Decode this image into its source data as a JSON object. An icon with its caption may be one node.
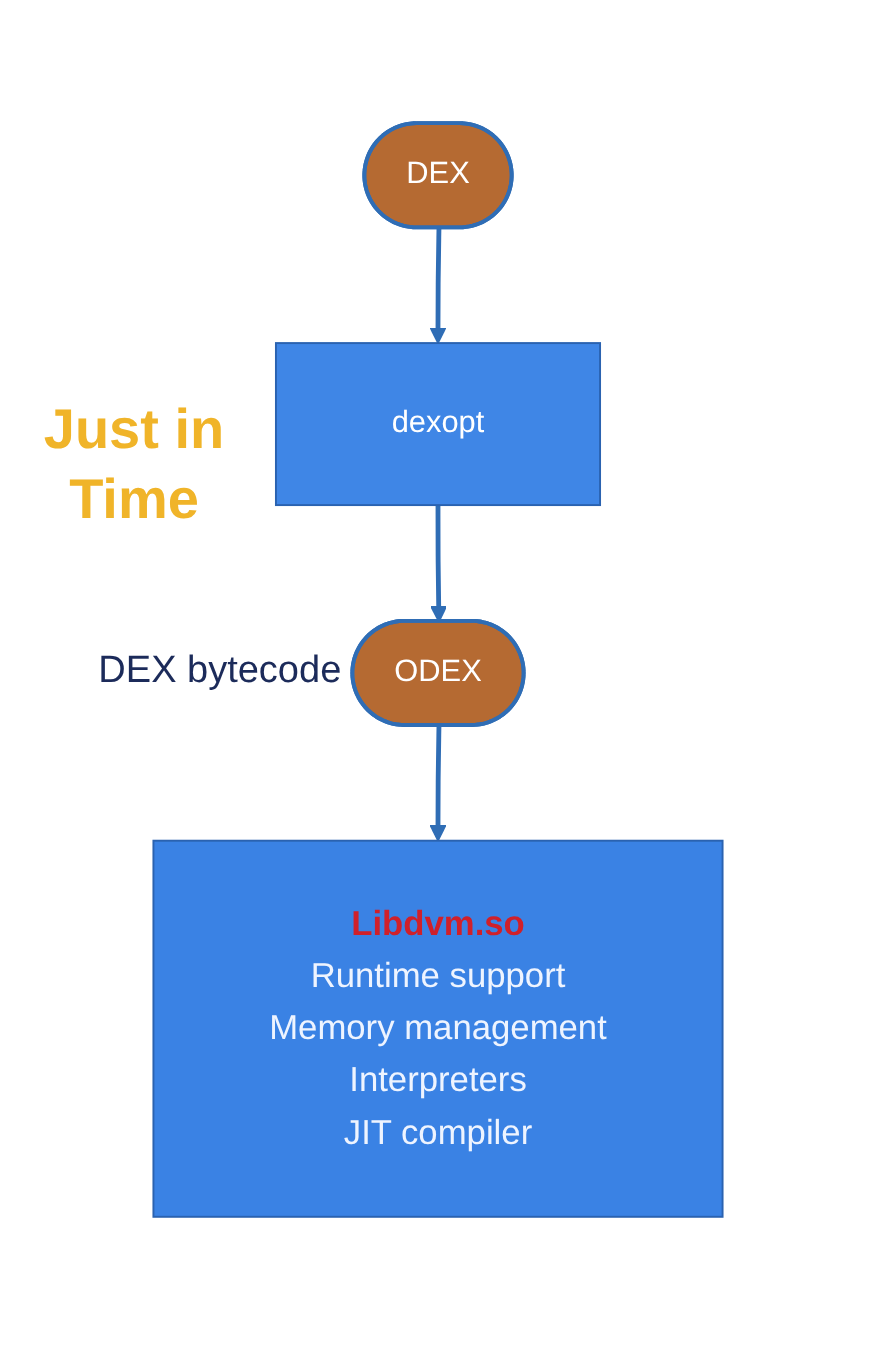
{
  "diagram": {
    "nodes": [
      {
        "text": [
          "DEX"
        ]
      },
      {
        "text": [
          "dexopt"
        ]
      },
      {
        "text": [
          "ODEX"
        ],
        "beside": [
          "DEX bytecode"
        ]
      },
      {
        "text": [
          "Libdvm.so",
          "Runtime support",
          "Memory management",
          "Interpreters",
          "JIT compiler"
        ]
      }
    ],
    "edges": [
      {
        "from": 0,
        "to": 1,
        "arrow": "to"
      },
      {
        "from": 1,
        "to": 2,
        "arrow": "to"
      },
      {
        "from": 2,
        "to": 3,
        "arrow": "to"
      }
    ],
    "labels": [
      "Just in Time"
    ]
  }
}
